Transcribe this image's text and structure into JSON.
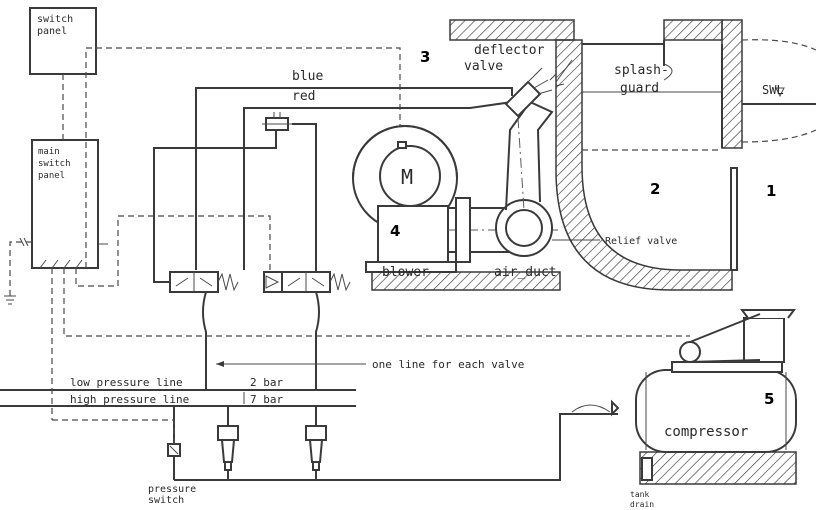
{
  "labels": {
    "switch_panel": [
      "switch",
      "panel"
    ],
    "main_switch_panel": [
      "main",
      "switch",
      "panel"
    ],
    "deflector_valve": [
      "deflector",
      "valve"
    ],
    "splash_guard": [
      "splash-",
      "guard"
    ],
    "swl": "SWL",
    "blue": "blue",
    "red": "red",
    "motor": "M",
    "blower": "blower",
    "air_duct": "air_duct",
    "relief_valve": "Relief valve",
    "one_line": "one line for each valve",
    "low_pressure_line": "low pressure line",
    "high_pressure_line": "high pressure line",
    "low_bar": "2 bar",
    "high_bar": "7 bar",
    "compressor": "compressor",
    "pressure_switch": [
      "pressure",
      "switch"
    ],
    "tank_drain": [
      "tank",
      "drain"
    ]
  },
  "callouts": {
    "n1": "1",
    "n2": "2",
    "n3": "3",
    "n4": "4",
    "n5": "5"
  },
  "icons": [
    "motor-icon",
    "solenoid-valve-icon",
    "filter-regulator-icon",
    "check-valve-icon",
    "compressor-icon",
    "deflector-valve-icon"
  ]
}
